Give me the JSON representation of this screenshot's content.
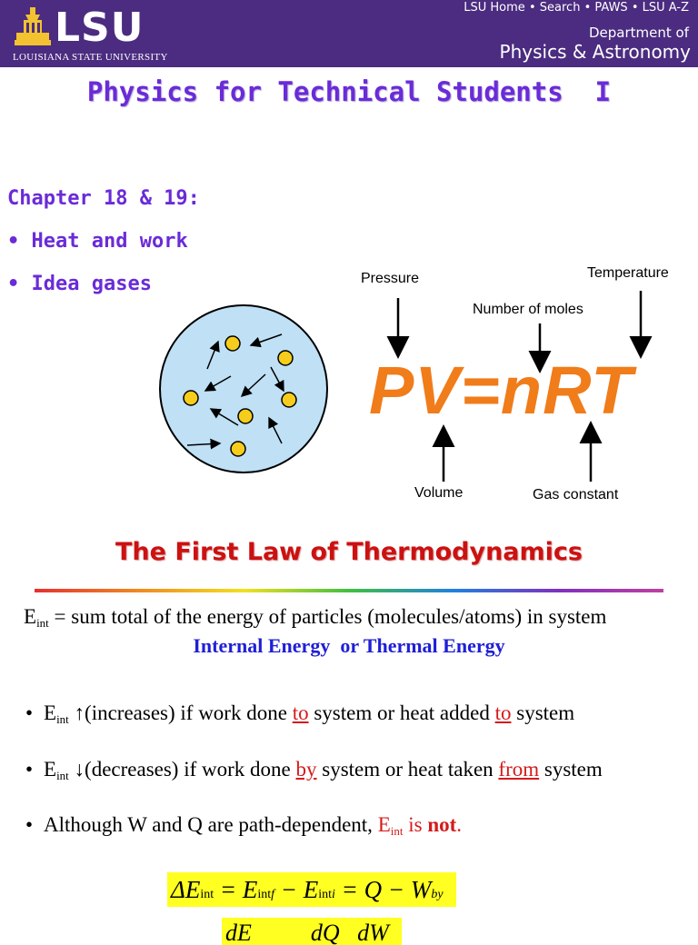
{
  "header": {
    "logo_text": "LSU",
    "university": "LOUISIANA STATE UNIVERSITY",
    "nav_links": [
      "LSU Home",
      "Search",
      "PAWS",
      "LSU A-Z"
    ],
    "nav_separator": "•",
    "department_label": "Department of",
    "department_name": "Physics & Astronomy",
    "brand_color": "#4b2c80"
  },
  "slide": {
    "title": "Physics for Technical Students  I",
    "chapter": "Chapter 18 & 19:",
    "bullets": [
      "Heat and work",
      "Idea gases"
    ]
  },
  "gas_law": {
    "equation": "PV=nRT",
    "labels": {
      "pressure": "Pressure",
      "temperature": "Temperature",
      "moles": "Number of moles",
      "volume": "Volume",
      "gas_constant": "Gas constant"
    },
    "equation_color": "#f07c1a"
  },
  "first_law": {
    "heading": "The First Law of Thermodynamics",
    "eint_symbol": "E",
    "eint_sub": "int",
    "definition": " = sum total of the energy of particles (molecules/atoms) in system",
    "internal_energy": "Internal Energy  or Thermal Energy",
    "bullet1": {
      "arrow": "↑",
      "pre": "(increases) if work done ",
      "w1": "to",
      "mid": " system or heat added ",
      "w2": "to",
      "post": " system"
    },
    "bullet2": {
      "arrow": "↓",
      "pre": "(decreases) if work done ",
      "w1": "by",
      "mid": " system or heat taken ",
      "w2": "from",
      "post": " system"
    },
    "bullet3": {
      "pre": "Although W and Q are path-dependent, ",
      "is": " is ",
      "not": "not",
      "end": "."
    },
    "formula1": {
      "delta": "ΔE",
      "eq1": " = E",
      "sub_f": "f",
      "minus": " − E",
      "sub_i": "i",
      "rest": " = Q − W",
      "sub_by": "by"
    },
    "formula2": "dE          dQ   dW"
  }
}
